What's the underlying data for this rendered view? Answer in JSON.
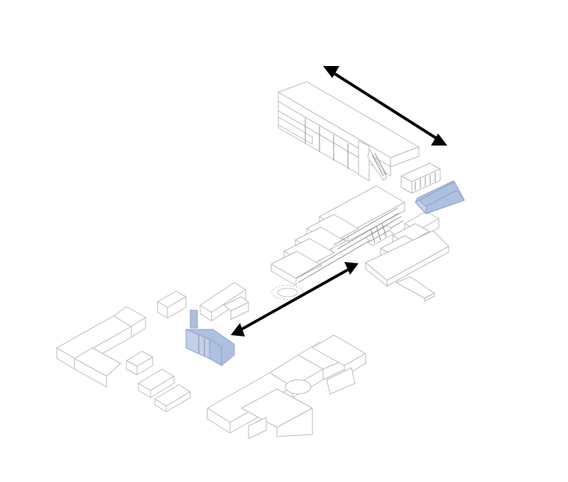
{
  "diagram": {
    "background": "#ffffff",
    "line_color": "#b9b9b9",
    "highlight_color": "#aebfdf",
    "arrow_color": "#000000",
    "elements": [
      {
        "name": "main-building-complex",
        "kind": "axonometric-building"
      },
      {
        "name": "highlighted-volume-east",
        "kind": "highlighted-building"
      },
      {
        "name": "highlighted-volume-west",
        "kind": "highlighted-building"
      },
      {
        "name": "context-buildings",
        "kind": "surrounding-blocks"
      },
      {
        "name": "arrow-top",
        "kind": "double-arrow"
      },
      {
        "name": "arrow-bottom",
        "kind": "double-arrow"
      }
    ]
  }
}
